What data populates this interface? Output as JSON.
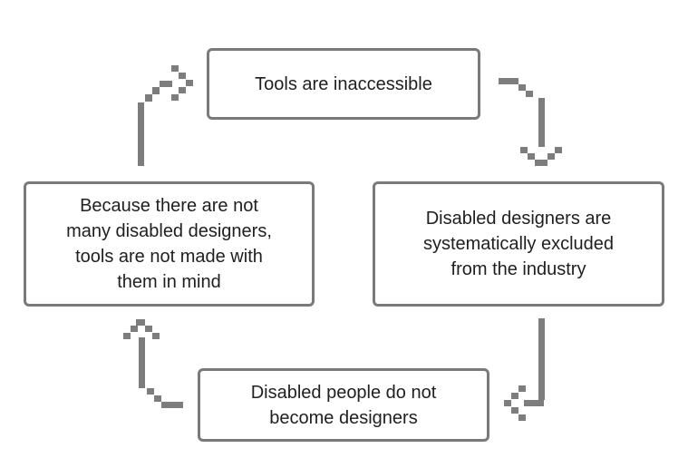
{
  "diagram": {
    "nodes": {
      "top": "Tools are inaccessible",
      "right": "Disabled designers are\nsystematically excluded\nfrom the industry",
      "bottom": "Disabled people do not\nbecome designers",
      "left": "Because there are not\nmany disabled designers,\ntools are not made with\nthem in mind"
    },
    "edges": [
      {
        "from": "top",
        "to": "right"
      },
      {
        "from": "right",
        "to": "bottom"
      },
      {
        "from": "bottom",
        "to": "left"
      },
      {
        "from": "left",
        "to": "top"
      }
    ],
    "colors": {
      "border": "#7a7a7a",
      "arrow": "#7d7d7d",
      "text": "#1f1f1f",
      "background": "#ffffff"
    }
  }
}
